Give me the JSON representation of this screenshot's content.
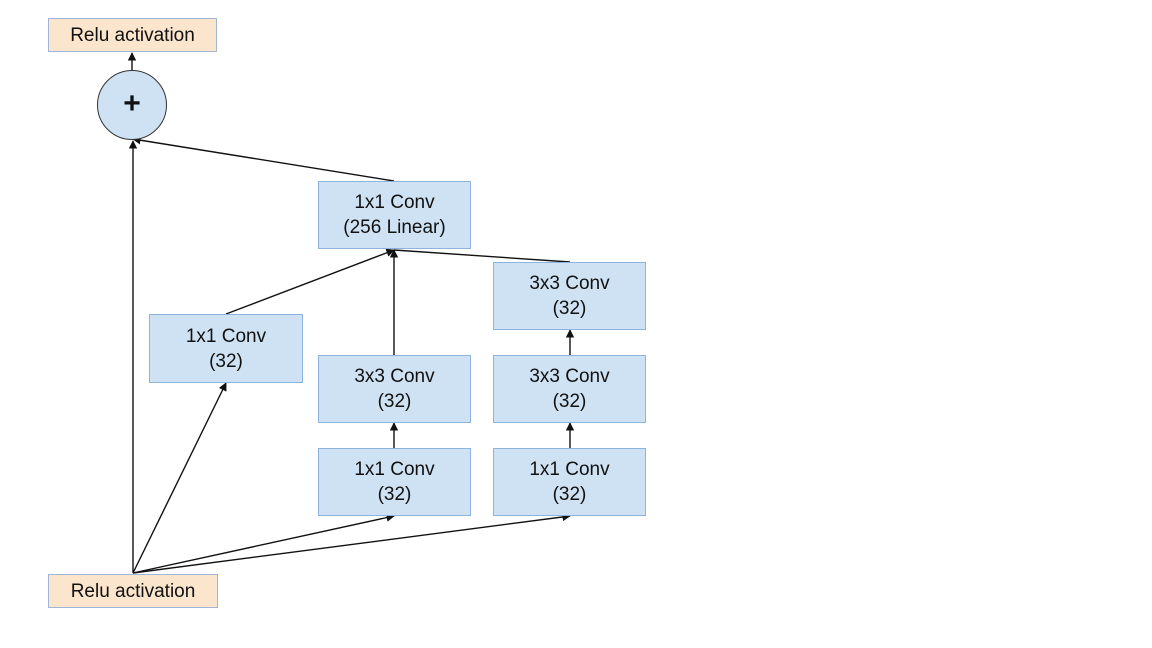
{
  "diagram": {
    "nodes": {
      "relu_output": {
        "label": "Relu activation",
        "fill": "#fce5cd"
      },
      "add": {
        "symbol": "+"
      },
      "conv_256": {
        "line1": "1x1 Conv",
        "line2": "(256 Linear)",
        "fill": "#cfe2f3"
      },
      "branch1_conv1x1": {
        "line1": "1x1 Conv",
        "line2": "(32)"
      },
      "branch2_conv1x1": {
        "line1": "1x1 Conv",
        "line2": "(32)"
      },
      "branch2_conv3x3": {
        "line1": "3x3 Conv",
        "line2": "(32)"
      },
      "branch3_conv1x1": {
        "line1": "1x1 Conv",
        "line2": "(32)"
      },
      "branch3_conv3x3_a": {
        "line1": "3x3 Conv",
        "line2": "(32)"
      },
      "branch3_conv3x3_b": {
        "line1": "3x3 Conv",
        "line2": "(32)"
      },
      "relu_input": {
        "label": "Relu activation"
      }
    },
    "edges": [
      {
        "from": "relu_input",
        "to": "add"
      },
      {
        "from": "relu_input",
        "to": "branch1_conv1x1"
      },
      {
        "from": "relu_input",
        "to": "branch2_conv1x1"
      },
      {
        "from": "relu_input",
        "to": "branch3_conv1x1"
      },
      {
        "from": "branch2_conv1x1",
        "to": "branch2_conv3x3"
      },
      {
        "from": "branch3_conv1x1",
        "to": "branch3_conv3x3_a"
      },
      {
        "from": "branch3_conv3x3_a",
        "to": "branch3_conv3x3_b"
      },
      {
        "from": "branch1_conv1x1",
        "to": "conv_256"
      },
      {
        "from": "branch2_conv3x3",
        "to": "conv_256"
      },
      {
        "from": "branch3_conv3x3_b",
        "to": "conv_256"
      },
      {
        "from": "conv_256",
        "to": "add"
      },
      {
        "from": "add",
        "to": "relu_output"
      }
    ]
  }
}
